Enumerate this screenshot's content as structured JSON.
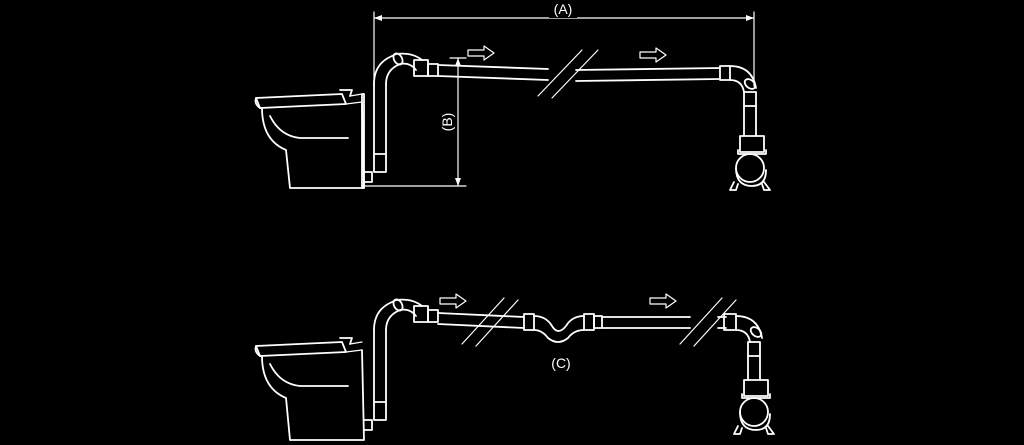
{
  "labels": {
    "horizontal_distance": "(A)",
    "vertical_height": "(B)",
    "pipe_dip": "(C)"
  },
  "icons": {
    "toilet": "toilet-icon",
    "pump": "pump-icon",
    "flow_arrow": "flow-arrow-icon",
    "pipe_break": "pipe-break-icon"
  },
  "colors": {
    "background": "#000000",
    "line": "#ffffff"
  }
}
